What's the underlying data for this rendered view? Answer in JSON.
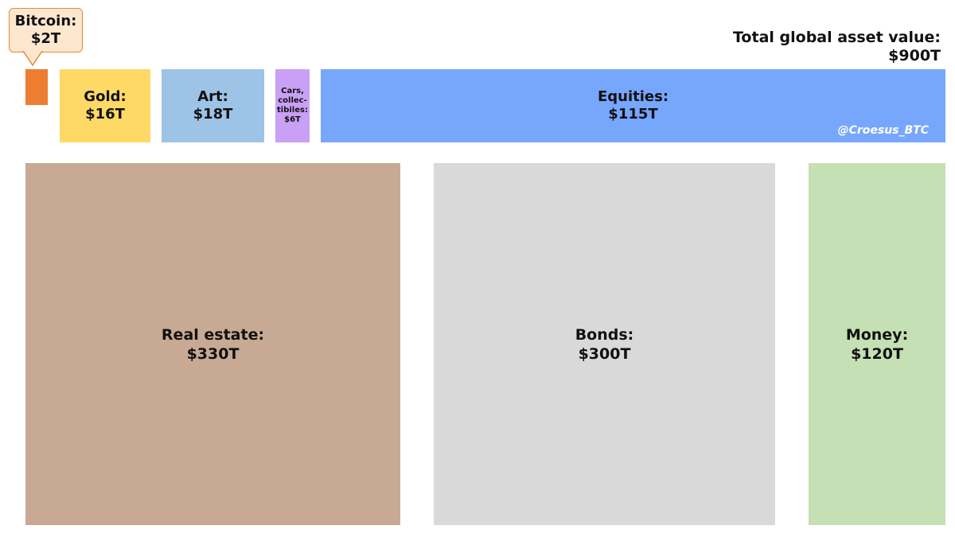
{
  "chart_data": {
    "type": "treemap",
    "title": {
      "line1": "Total global asset value:",
      "line2": "$900T"
    },
    "callout": {
      "line1": "Bitcoin:",
      "line2": "$2T"
    },
    "watermark": "@Croesus_BTC",
    "categories": [
      {
        "id": "bitcoin",
        "label": "",
        "value_label": "",
        "value": 2,
        "color": "#ed7d31"
      },
      {
        "id": "gold",
        "label": "Gold:",
        "value_label": "$16T",
        "value": 16,
        "color": "#ffd966"
      },
      {
        "id": "art",
        "label": "Art:",
        "value_label": "$18T",
        "value": 18,
        "color": "#9dc3e6"
      },
      {
        "id": "cars",
        "label": "Cars,\ncollec-\ntibiles:",
        "value_label": "$6T",
        "value": 6,
        "color": "#c9a0f5"
      },
      {
        "id": "equities",
        "label": "Equities:",
        "value_label": "$115T",
        "value": 115,
        "color": "#77a6fd"
      },
      {
        "id": "real-estate",
        "label": "Real estate:",
        "value_label": "$330T",
        "value": 330,
        "color": "#c8aa94"
      },
      {
        "id": "bonds",
        "label": "Bonds:",
        "value_label": "$300T",
        "value": 300,
        "color": "#d9d9d9"
      },
      {
        "id": "money",
        "label": "Money:",
        "value_label": "$120T",
        "value": 120,
        "color": "#c5e0b4"
      }
    ]
  }
}
